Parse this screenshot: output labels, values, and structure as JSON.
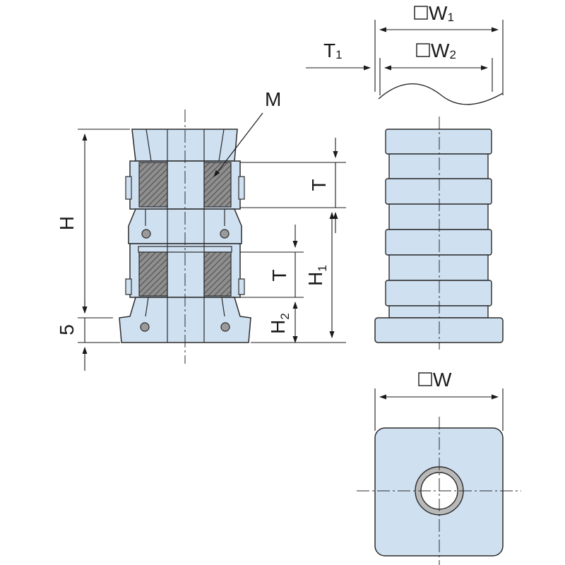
{
  "labels": {
    "m": "M",
    "h": "H",
    "h_main": "H",
    "h_sub1": "1",
    "h_sub2": "2",
    "t_upper": "T",
    "t_lower": "T",
    "five": "5",
    "t1_main": "T",
    "t1_sub": "1",
    "w_main": "W",
    "w1_sub": "1",
    "w2_sub": "2"
  },
  "colors": {
    "part_fill": "#cfe0f1",
    "hatch_fill": "#8e8e8e",
    "outline": "#2b2b2b",
    "thread": "#b9b9b9",
    "dim_line": "#1a1a1a"
  }
}
